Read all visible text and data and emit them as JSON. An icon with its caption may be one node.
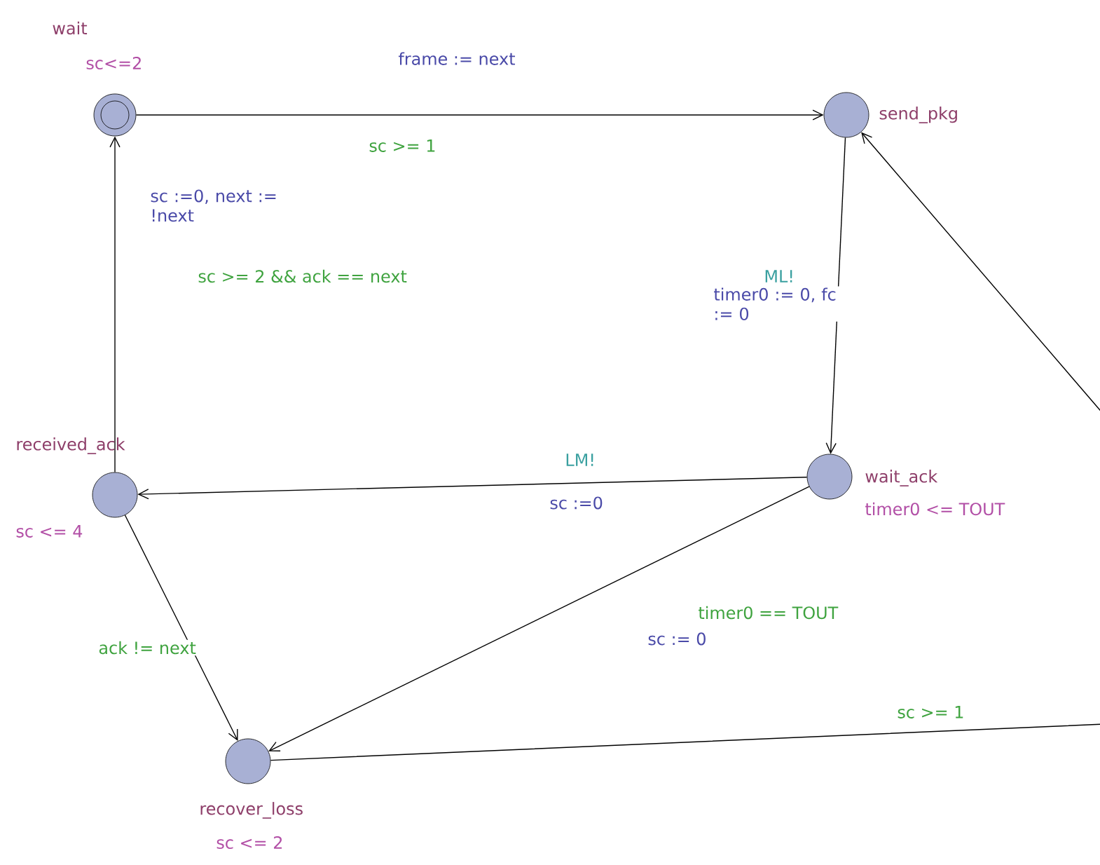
{
  "diagram": {
    "nodes": [
      {
        "text": [],
        "shape": "circle",
        "beside": [
          "wait",
          "sc<=2"
        ]
      },
      {
        "text": [],
        "shape": "circle",
        "beside": [
          "send_pkg"
        ]
      },
      {
        "text": [],
        "shape": "circle",
        "beside": [
          "wait_ack",
          "timer0 <= TOUT"
        ]
      },
      {
        "text": [],
        "shape": "circle",
        "beside": [
          "received_ack",
          "sc <= 4"
        ]
      },
      {
        "text": [],
        "shape": "circle",
        "beside": [
          "recover_loss",
          "sc <= 2"
        ]
      }
    ],
    "edges": [
      {
        "from": 0,
        "to": 1,
        "arrow": "to",
        "label": "sc >= 1"
      },
      {
        "from": 1,
        "to": 2,
        "arrow": "to",
        "label": "ML!"
      },
      {
        "from": 2,
        "to": 3,
        "arrow": "to",
        "label": "LM!"
      },
      {
        "from": 3,
        "to": 0,
        "arrow": "to",
        "label": "sc >= 2 && ack == next"
      },
      {
        "from": 3,
        "to": 4,
        "arrow": "to",
        "label": "ack != next"
      },
      {
        "from": 2,
        "to": 4,
        "arrow": "to",
        "label": "timer0 == TOUT"
      },
      {
        "from": 4,
        "to": 1,
        "arrow": "to",
        "label": "sc >= 1"
      }
    ],
    "labels": [
      "frame := next",
      "sc :=0, next := !next",
      "timer0 := 0, fc := 0",
      "sc :=0",
      "sc := 0"
    ]
  }
}
